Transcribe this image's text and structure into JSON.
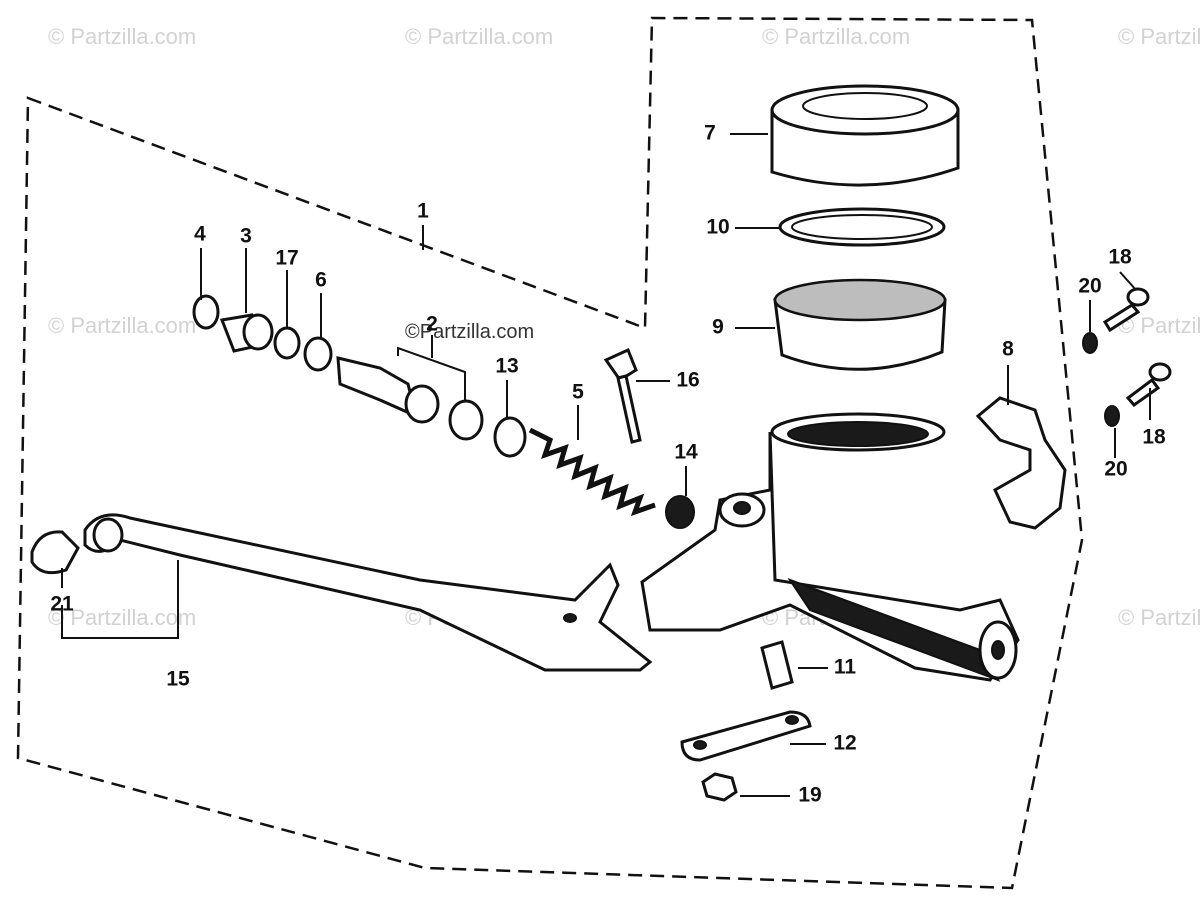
{
  "watermark": "© Partzilla.com",
  "watermark_inline": "©Partzilla.com",
  "callouts": {
    "c1": "1",
    "c2": "2",
    "c3": "3",
    "c4": "4",
    "c5": "5",
    "c6": "6",
    "c7": "7",
    "c8": "8",
    "c9": "9",
    "c10": "10",
    "c11": "11",
    "c12": "12",
    "c13": "13",
    "c14": "14",
    "c15": "15",
    "c16": "16",
    "c17": "17",
    "c18a": "18",
    "c18b": "18",
    "c19": "19",
    "c20a": "20",
    "c20b": "20",
    "c21": "21"
  },
  "colors": {
    "ink": "#111111",
    "watermark": "#d2d2d2"
  }
}
